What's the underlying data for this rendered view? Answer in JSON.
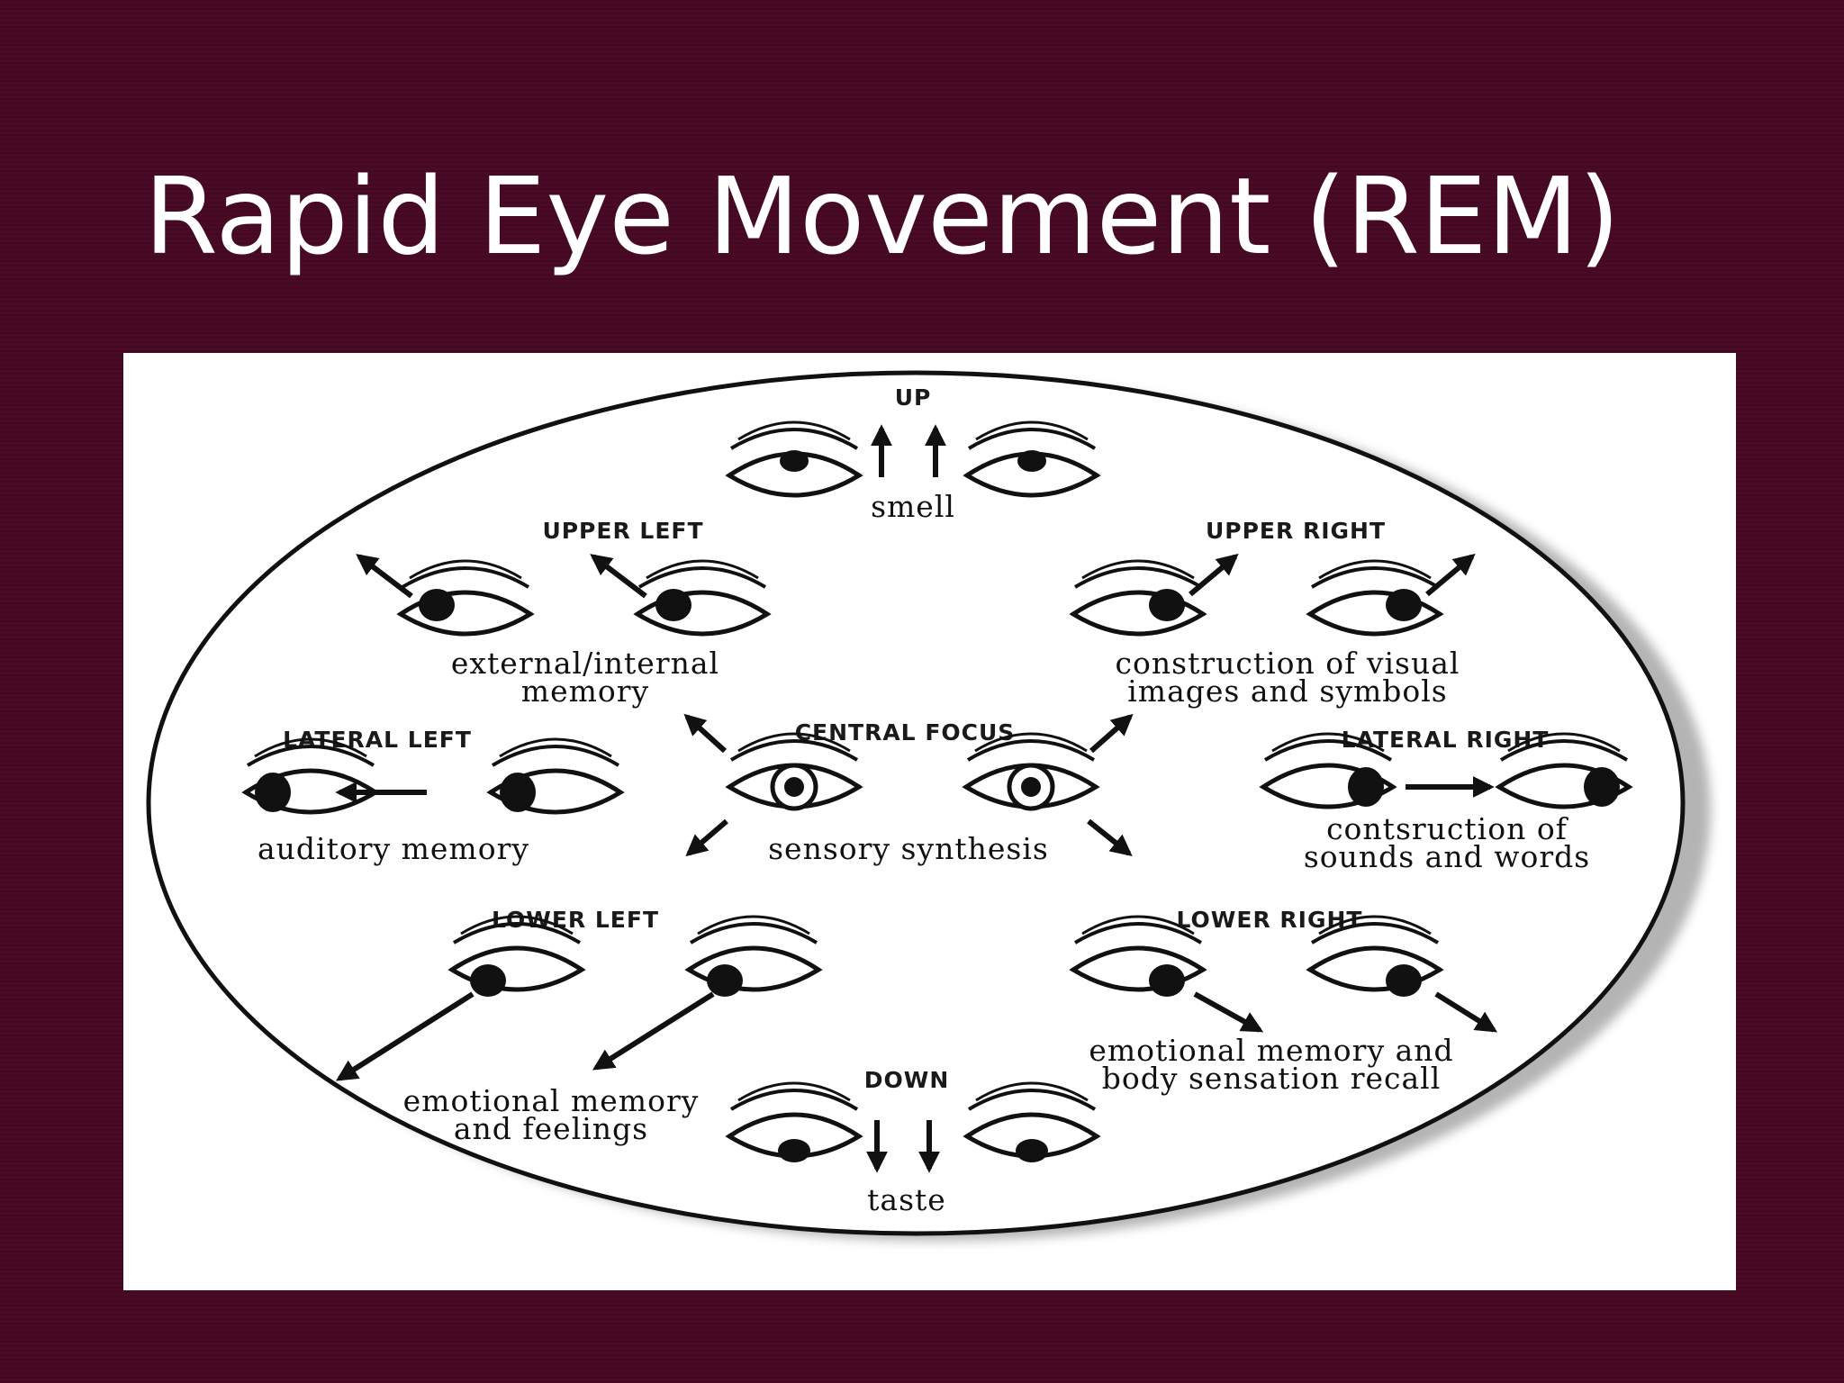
{
  "slide": {
    "title": "Rapid Eye Movement (REM)"
  },
  "colors": {
    "background": "#4a0a26",
    "title_text": "#ffffff",
    "figure_background": "#ffffff",
    "ink": "#111111"
  },
  "diagram": {
    "up": {
      "label": "UP",
      "description": "smell"
    },
    "upper_left": {
      "label": "UPPER LEFT",
      "description_line1": "external/internal",
      "description_line2": "memory"
    },
    "upper_right": {
      "label": "UPPER RIGHT",
      "description_line1": "construction of visual",
      "description_line2": "images and symbols"
    },
    "lateral_left": {
      "label": "LATERAL LEFT",
      "description": "auditory memory"
    },
    "central": {
      "label": "CENTRAL FOCUS",
      "description": "sensory synthesis"
    },
    "lateral_right": {
      "label": "LATERAL RIGHT",
      "description_line1": "contsruction of",
      "description_line2": "sounds and words"
    },
    "lower_left": {
      "label": "LOWER LEFT",
      "description_line1": "emotional memory",
      "description_line2": "and feelings"
    },
    "lower_right": {
      "label": "LOWER RIGHT",
      "description_line1": "emotional memory and",
      "description_line2": "body sensation recall"
    },
    "down": {
      "label": "DOWN",
      "description": "taste"
    }
  }
}
